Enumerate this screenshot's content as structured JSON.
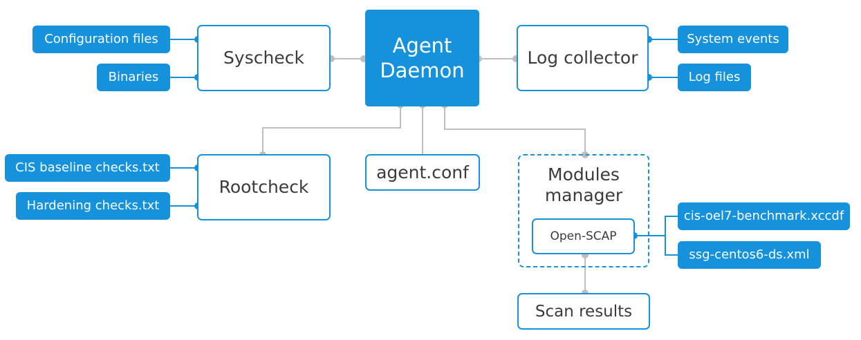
{
  "agent": {
    "line1": "Agent",
    "line2": "Daemon"
  },
  "syscheck": {
    "label": "Syscheck"
  },
  "log_collector": {
    "label": "Log collector"
  },
  "rootcheck": {
    "label": "Rootcheck"
  },
  "agent_conf": {
    "label": "agent.conf"
  },
  "modules_manager": {
    "line1": "Modules",
    "line2": "manager"
  },
  "open_scap": {
    "label": "Open-SCAP"
  },
  "scan_results": {
    "label": "Scan results"
  },
  "inputs": {
    "configuration_files": "Configuration files",
    "binaries": "Binaries",
    "system_events": "System events",
    "log_files": "Log files",
    "cis_baseline": "CIS baseline checks.txt",
    "hardening": "Hardening checks.txt",
    "cis_oel7": "cis-oel7-benchmark.xccdf",
    "ssg_centos6": "ssg-centos6-ds.xml"
  },
  "colors": {
    "accent": "#1592db",
    "connector": "#bfbfbf",
    "text": "#3b3b3b"
  }
}
